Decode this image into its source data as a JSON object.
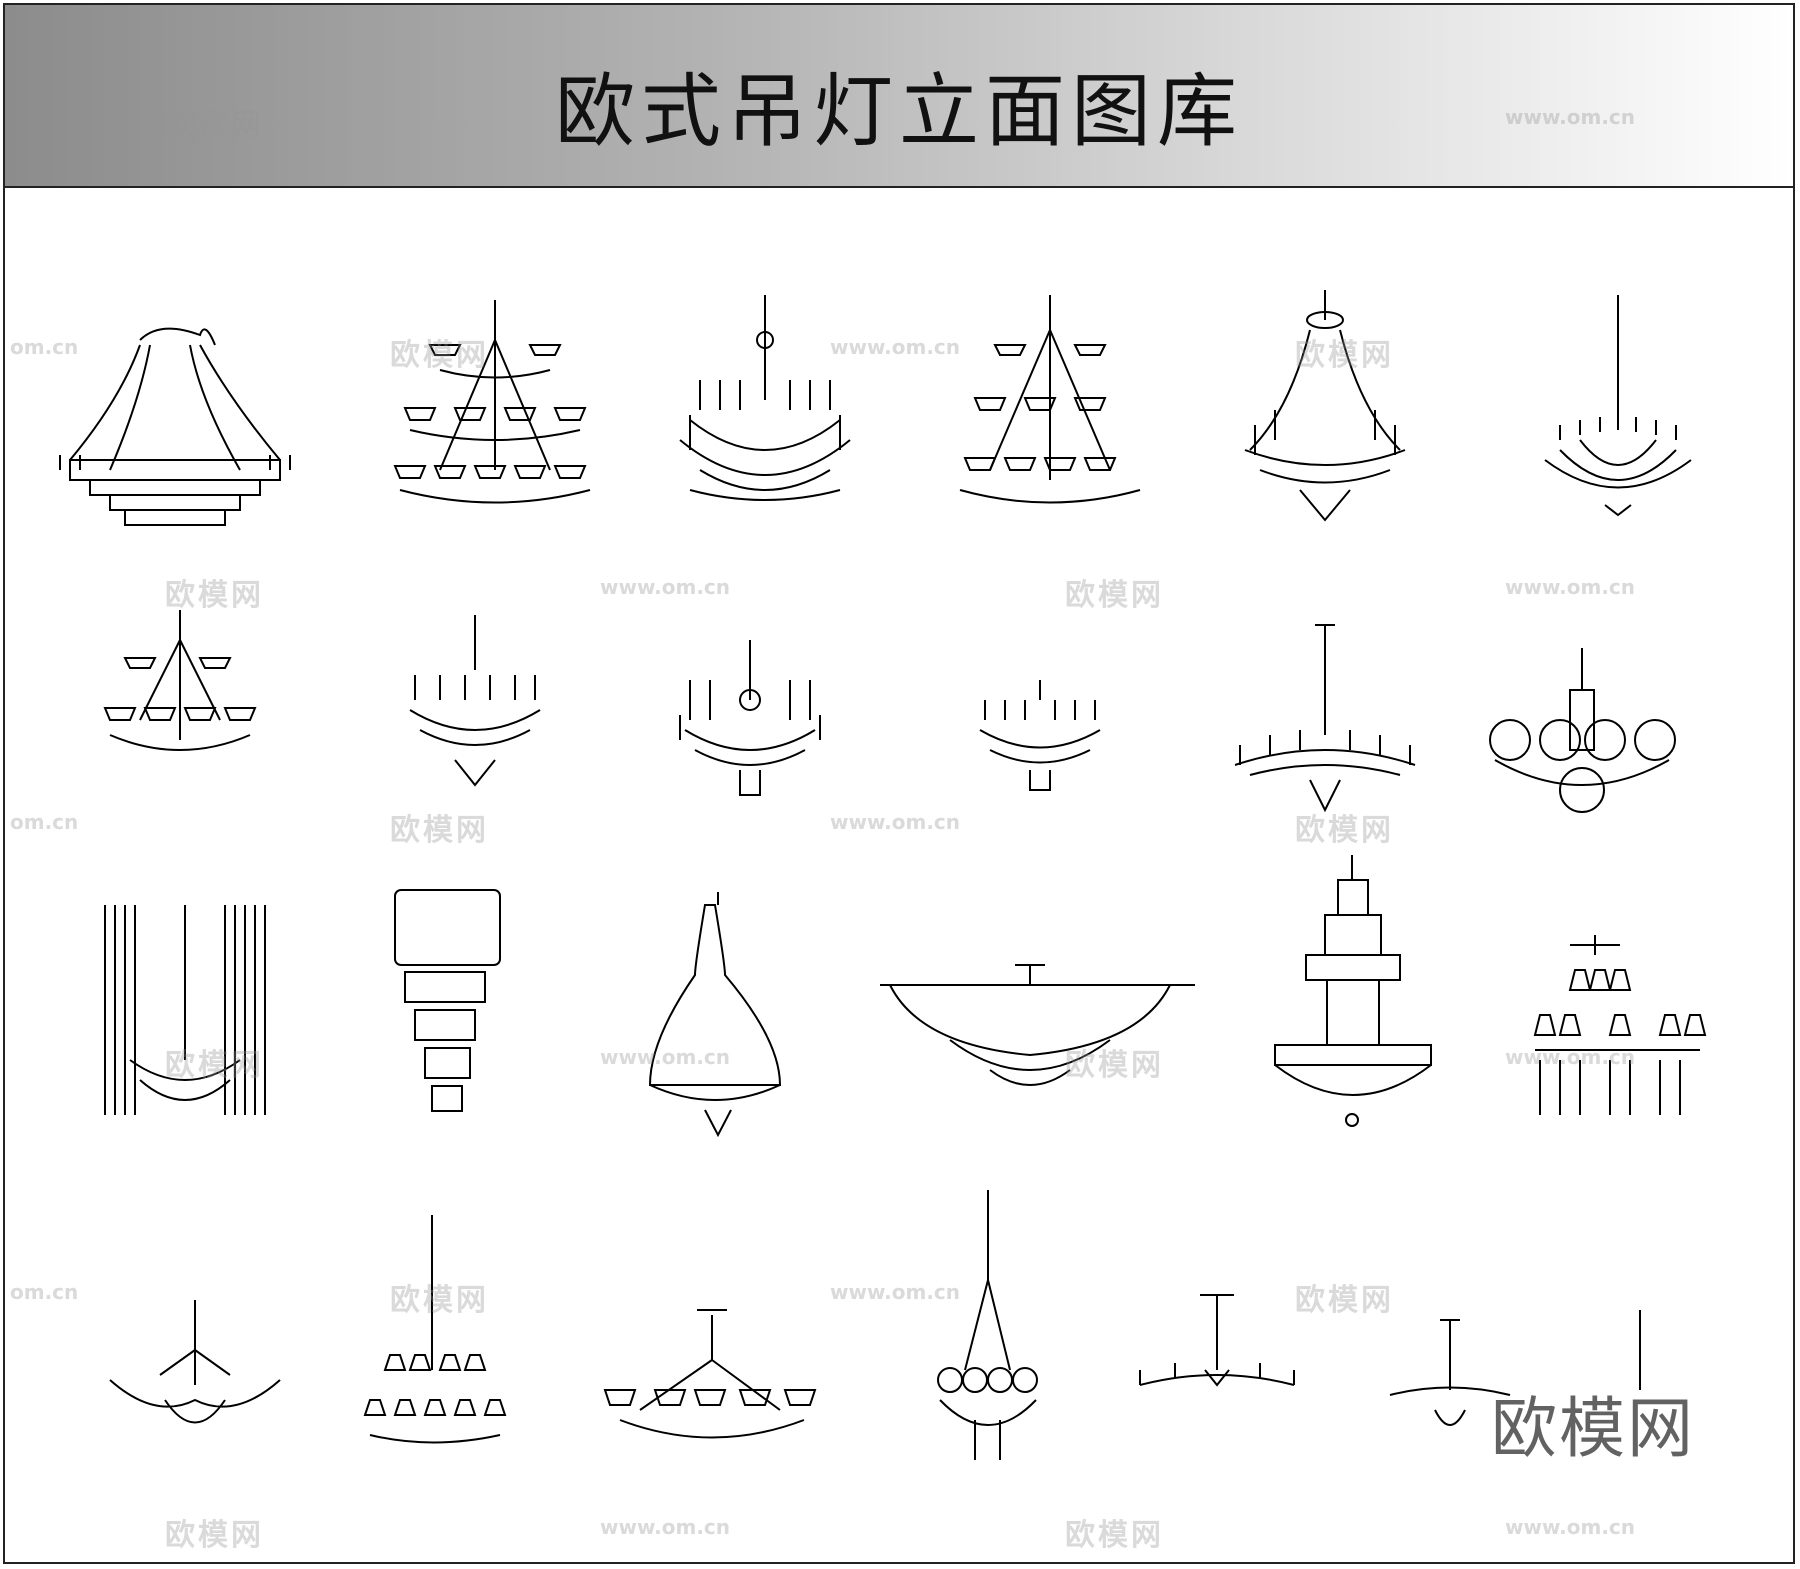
{
  "title": "欧式吊灯立面图库",
  "watermark": {
    "cn": "欧模网",
    "url": "www.om.cn",
    "url_cut": "om.cn"
  },
  "brand": "欧模网"
}
